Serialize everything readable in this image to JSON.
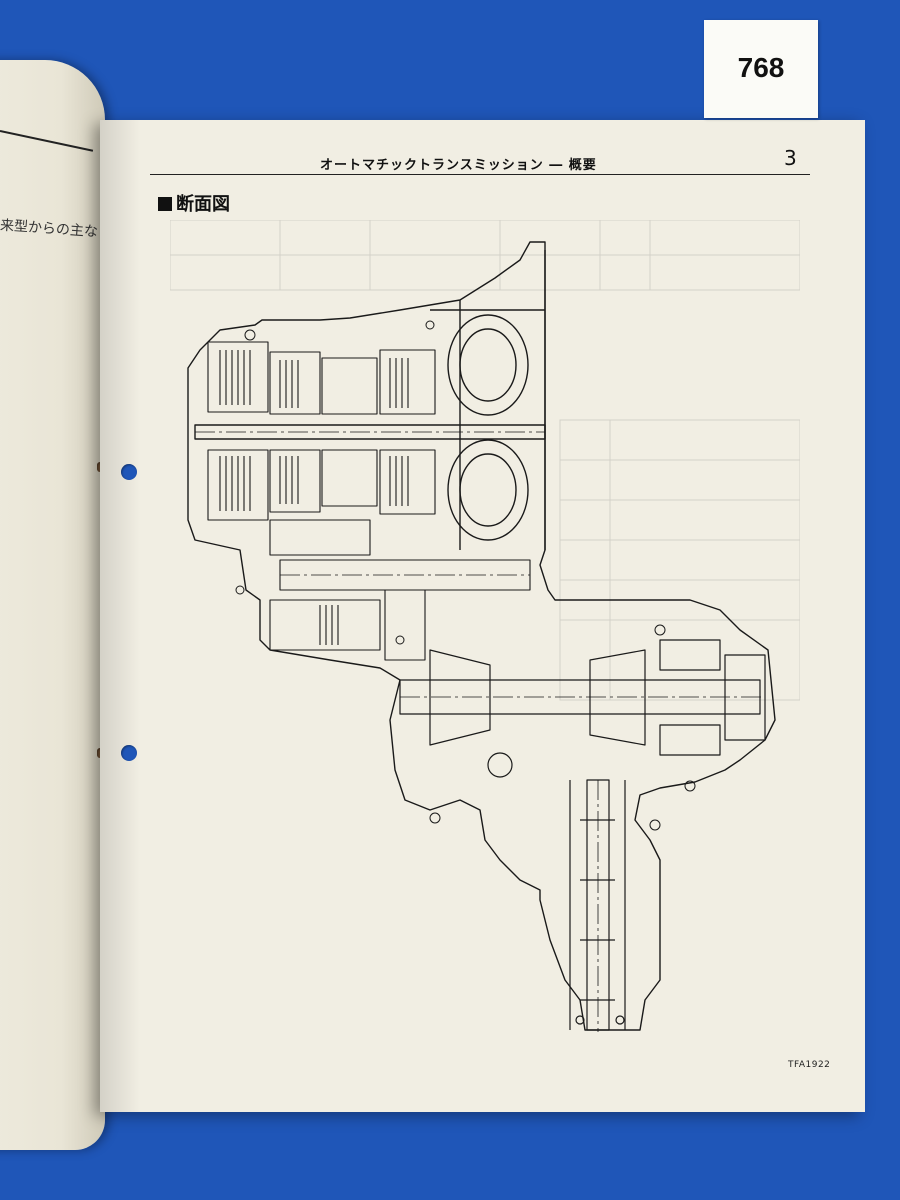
{
  "lot_tag": {
    "number": "768"
  },
  "left_page": {
    "snippet": "来型からの主な"
  },
  "page": {
    "header_title": "オートマチックトランスミッション ― 概要",
    "page_number": "3",
    "section_heading": "断面図",
    "figure_code": "TFA1922"
  },
  "figure": {
    "subject": "automatic-transmission-cross-section-drawing"
  }
}
